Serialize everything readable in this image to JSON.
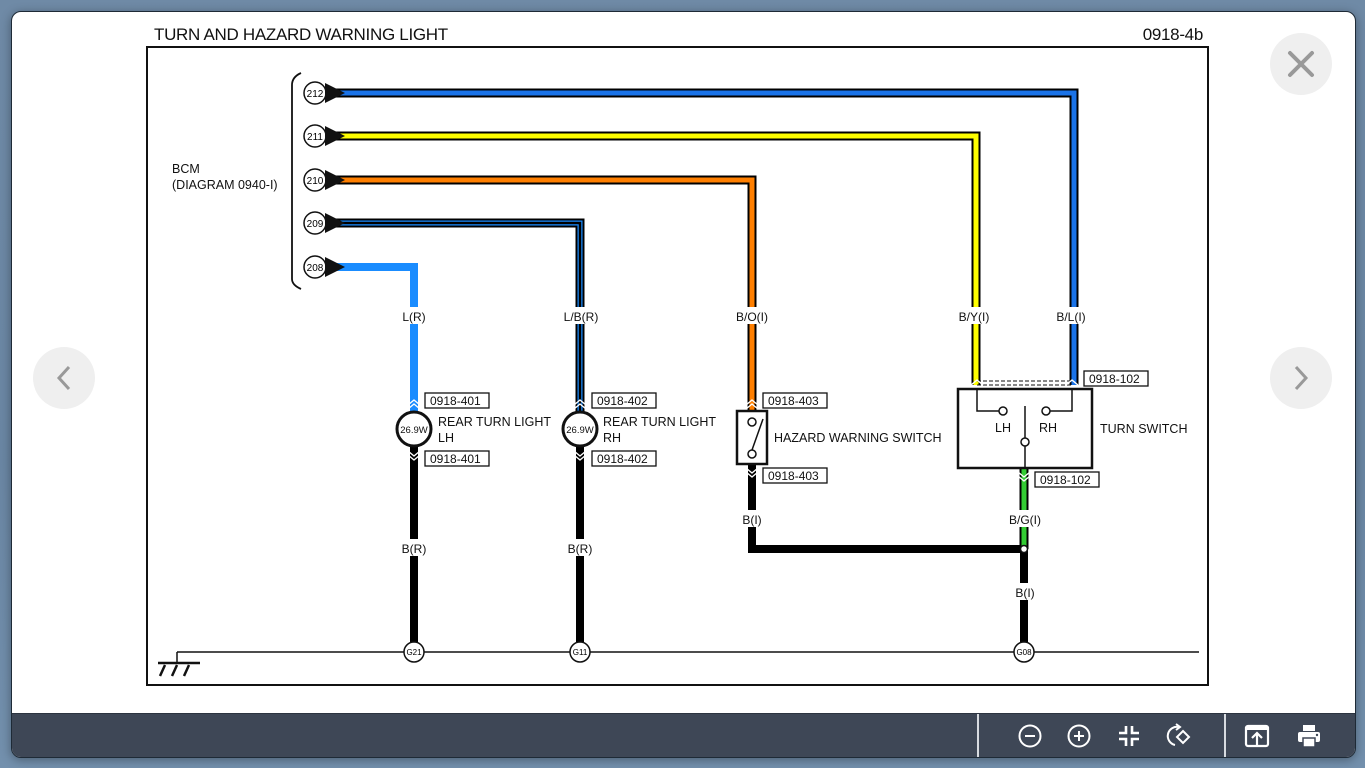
{
  "diagram": {
    "title": "TURN AND HAZARD WARNING LIGHT",
    "code": "0918-4b",
    "module": {
      "name": "BCM",
      "reference": "(DIAGRAM 0940-I)"
    },
    "colors": {
      "blue": "#1a73e8",
      "light_blue": "#1a8cff",
      "yellow": "#ffff00",
      "orange": "#ff7f00",
      "green": "#33cc33",
      "black": "#000000"
    },
    "pins": [
      {
        "id": "212",
        "wire": "B/L(I)",
        "color": "#1a73e8",
        "outline": true
      },
      {
        "id": "211",
        "wire": "B/Y(I)",
        "color": "#ffff00",
        "outline": true
      },
      {
        "id": "210",
        "wire": "B/O(I)",
        "color": "#ff7f00",
        "outline": true
      },
      {
        "id": "209",
        "wire": "L/B(R)",
        "color": "#1a8cff",
        "outline": true,
        "stripe": "#000000"
      },
      {
        "id": "208",
        "wire": "L(R)",
        "color": "#1a8cff",
        "outline": false
      }
    ],
    "wire_labels": {
      "l_r": "L(R)",
      "l_b_r": "L/B(R)",
      "b_o_i": "B/O(I)",
      "b_y_i": "B/Y(I)",
      "b_l_i": "B/L(I)",
      "b_r_1": "B(R)",
      "b_r_2": "B(R)",
      "b_i_hazard": "B(I)",
      "b_g_i": "B/G(I)",
      "b_i_ground": "B(I)"
    },
    "connectors": {
      "lh_top": "0918-401",
      "lh_bottom": "0918-401",
      "rh_top": "0918-402",
      "rh_bottom": "0918-402",
      "hazard_top": "0918-403",
      "hazard_bottom": "0918-403",
      "turn_top": "0918-102",
      "turn_bottom": "0918-102"
    },
    "components": {
      "lamp_lh": {
        "rating": "26.9W",
        "name_line1": "REAR TURN LIGHT",
        "name_line2": "LH"
      },
      "lamp_rh": {
        "rating": "26.9W",
        "name_line1": "REAR TURN LIGHT",
        "name_line2": "RH"
      },
      "hazard_switch": {
        "name": "HAZARD WARNING SWITCH"
      },
      "turn_switch": {
        "name": "TURN SWITCH",
        "left": "LH",
        "right": "RH"
      }
    },
    "grounds": [
      "G21",
      "G11",
      "G08"
    ]
  },
  "controls": {
    "close": "close-icon",
    "prev": "chevron-left-icon",
    "next": "chevron-right-icon"
  },
  "toolbar": {
    "buttons": [
      {
        "name": "zoom-out",
        "icon": "zoom-out-icon"
      },
      {
        "name": "zoom-in",
        "icon": "zoom-in-icon"
      },
      {
        "name": "fit-to-screen",
        "icon": "collapse-icon"
      },
      {
        "name": "rotate",
        "icon": "rotate-icon"
      },
      {
        "name": "open-external",
        "icon": "open-in-new-icon"
      },
      {
        "name": "print",
        "icon": "print-icon"
      }
    ]
  }
}
